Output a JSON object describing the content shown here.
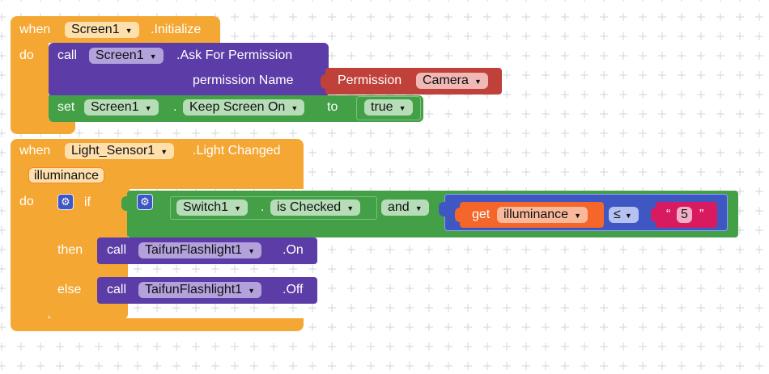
{
  "colors": {
    "event": "#f4a733",
    "procedure": "#5c3ca6",
    "setter": "#43a047",
    "logic": "#43a047",
    "permission": "#c0403a",
    "variable": "#f4662a",
    "math_compare": "#3f57c2",
    "text": "#d81b60",
    "grid_dot": "#cfd6dd"
  },
  "icons": {
    "dropdown": "▼",
    "mutator": "gear-icon",
    "quote_open": "“",
    "quote_close": "”"
  },
  "block1": {
    "when": "when",
    "component": "Screen1",
    "event": ".Initialize",
    "do": "do",
    "ask": {
      "call": "call",
      "component": "Screen1",
      "method": ".Ask For Permission",
      "param_label": "permission Name",
      "perm_label": "Permission",
      "perm_value": "Camera"
    },
    "set": {
      "set": "set",
      "component": "Screen1",
      "dot": ".",
      "property": "Keep Screen On",
      "to": "to",
      "value": "true"
    }
  },
  "block2": {
    "when": "when",
    "component": "Light_Sensor1",
    "event": ".Light Changed",
    "param": "illuminance",
    "do": "do",
    "if_block": {
      "if": "if",
      "then": "then",
      "else": "else",
      "cond": {
        "component": "Switch1",
        "dot": ".",
        "property": "is Checked",
        "op": "and",
        "get": "get",
        "var": "illuminance",
        "cmp": "≤",
        "num": "5"
      },
      "then_call": {
        "call": "call",
        "component": "TaifunFlashlight1",
        "method": ".On"
      },
      "else_call": {
        "call": "call",
        "component": "TaifunFlashlight1",
        "method": ".Off"
      }
    }
  }
}
